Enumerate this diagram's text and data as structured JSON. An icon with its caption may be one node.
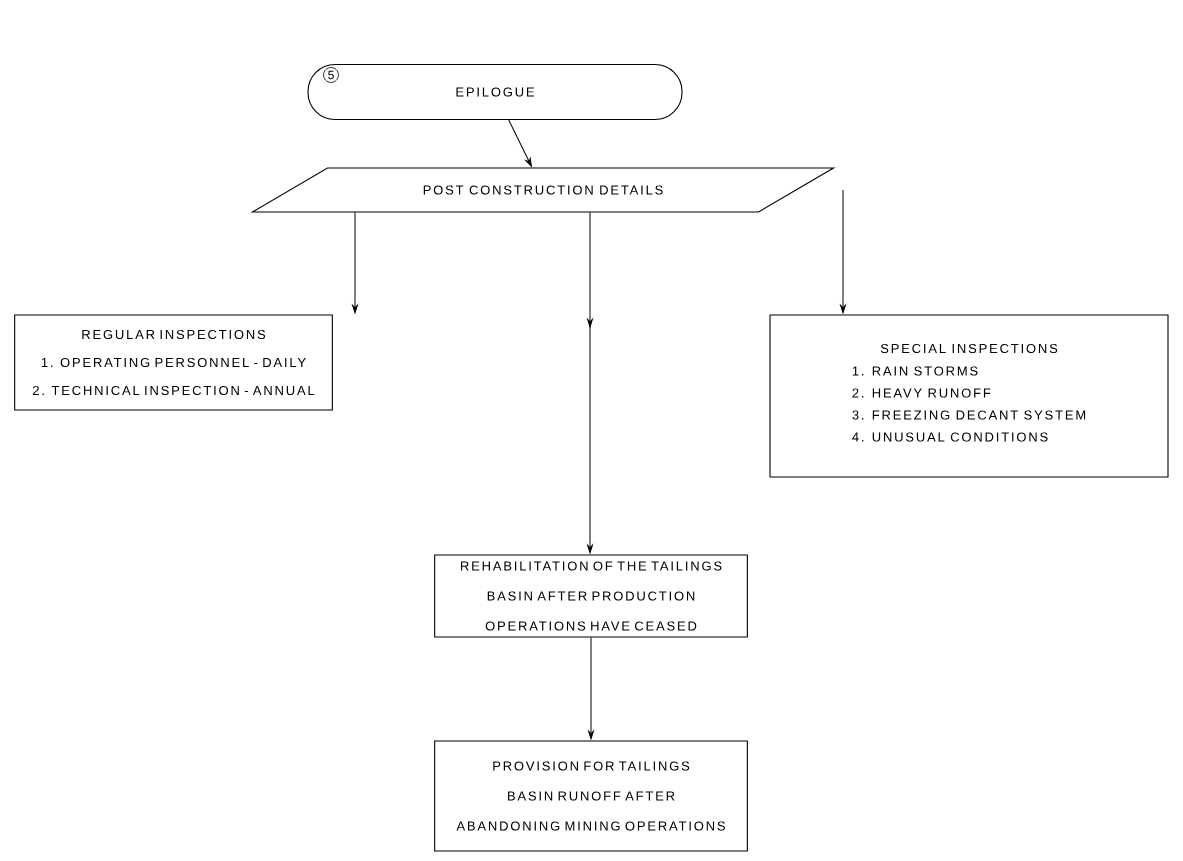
{
  "diagram": {
    "nodes": [
      {
        "text": [
          "5",
          "EPILOGUE"
        ]
      },
      {
        "text": [
          "POST CONSTRUCTION DETAILS"
        ]
      },
      {
        "text": [
          "REGULAR INSPECTIONS",
          "1. OPERATING PERSONNEL - DAILY",
          "2. TECHNICAL INSPECTION - ANNUAL"
        ]
      },
      {
        "text": [
          "SPECIAL INSPECTIONS",
          "1. RAIN STORMS",
          "2. HEAVY RUNOFF",
          "3. FREEZING DECANT SYSTEM",
          "4. UNUSUAL CONDITIONS"
        ]
      },
      {
        "text": [
          "REHABILITATION OF THE TAILINGS BASIN AFTER PRODUCTION OPERATIONS HAVE CEASED"
        ]
      },
      {
        "text": [
          "PROVISION FOR TAILINGS BASIN RUNOFF AFTER ABANDONING MINING OPERATIONS"
        ]
      }
    ],
    "edges": [
      {
        "from": 0,
        "to": 1,
        "arrow": "to"
      },
      {
        "from": 1,
        "to": 2,
        "arrow": "to"
      },
      {
        "from": 1,
        "to": 4,
        "arrow": "to"
      },
      {
        "from": 1,
        "to": 3,
        "arrow": "to"
      },
      {
        "from": 4,
        "to": 5,
        "arrow": "to"
      }
    ]
  }
}
